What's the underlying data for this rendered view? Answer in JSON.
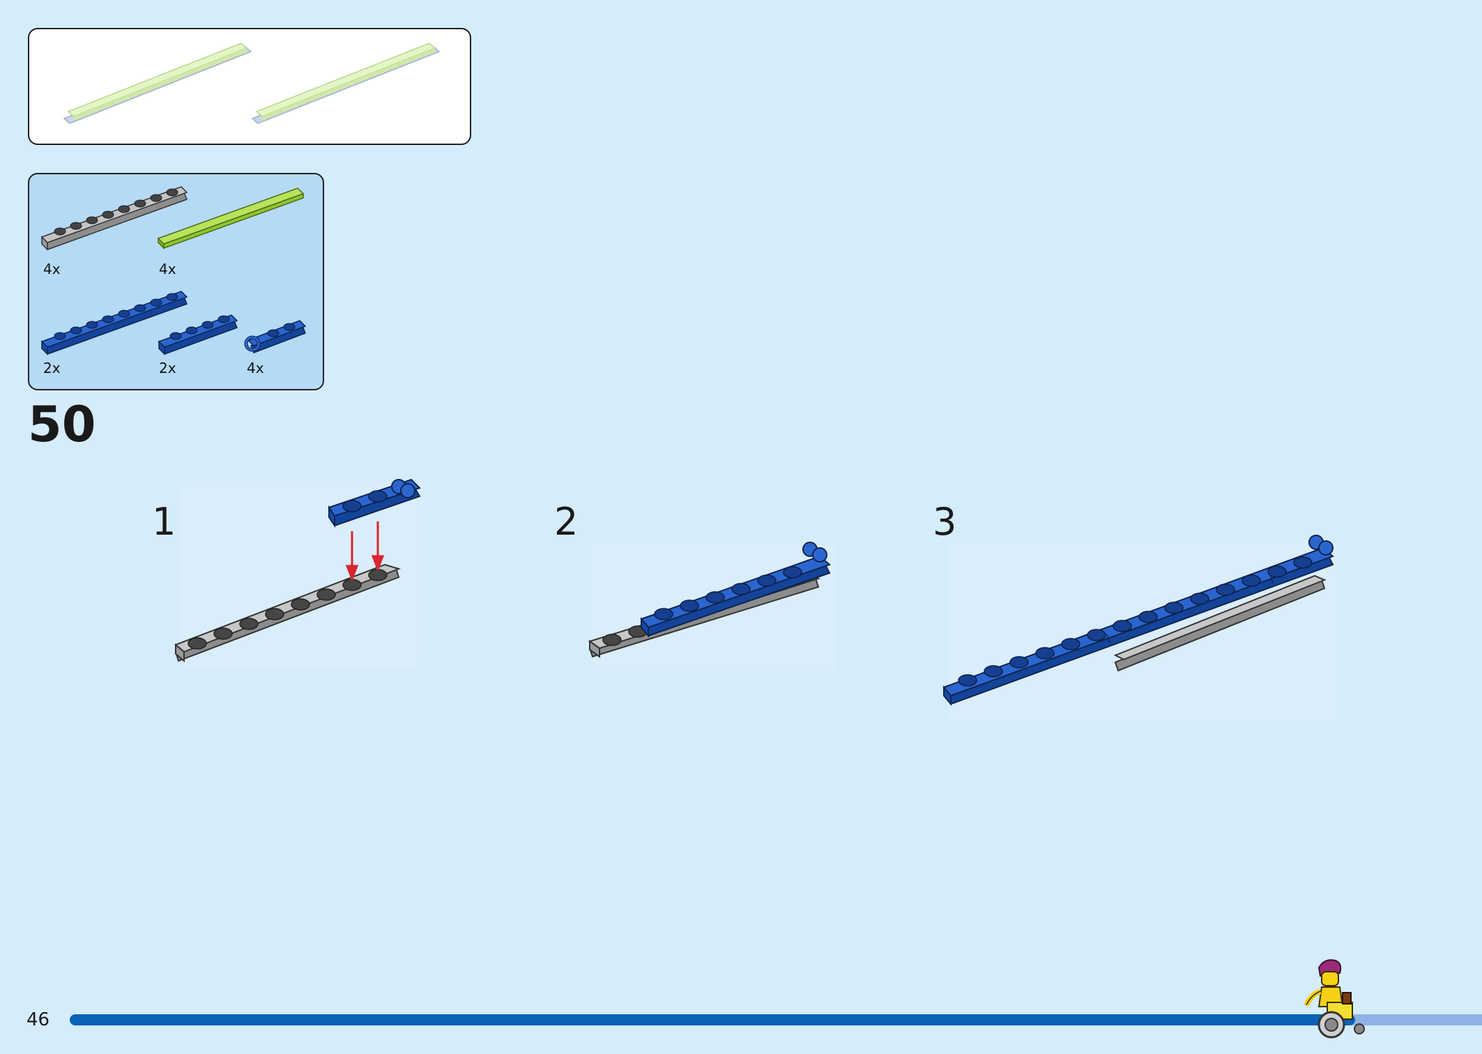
{
  "step": {
    "number": "50"
  },
  "substeps": [
    {
      "label": "1"
    },
    {
      "label": "2"
    },
    {
      "label": "3"
    }
  ],
  "parts_list": [
    {
      "qty": "4x",
      "part": "gray 1x8 plate"
    },
    {
      "qty": "4x",
      "part": "lime 1x8 tile"
    },
    {
      "qty": "2x",
      "part": "blue 1x8 plate"
    },
    {
      "qty": "2x",
      "part": "blue 1x4 plate"
    },
    {
      "qty": "4x",
      "part": "blue 1x2 plate with clip"
    }
  ],
  "page": {
    "number": "46",
    "progress": 0.91
  },
  "colors": {
    "background": "#d5ecfb",
    "parts_panel": "#b5daf6",
    "gray_brick": "#a3a3a3",
    "blue_brick": "#1e5bc6",
    "lime_brick": "#a6d93b",
    "arrow": "#d9252f",
    "progress_fill": "#0b62b6",
    "progress_track": "#8fb3e6"
  }
}
